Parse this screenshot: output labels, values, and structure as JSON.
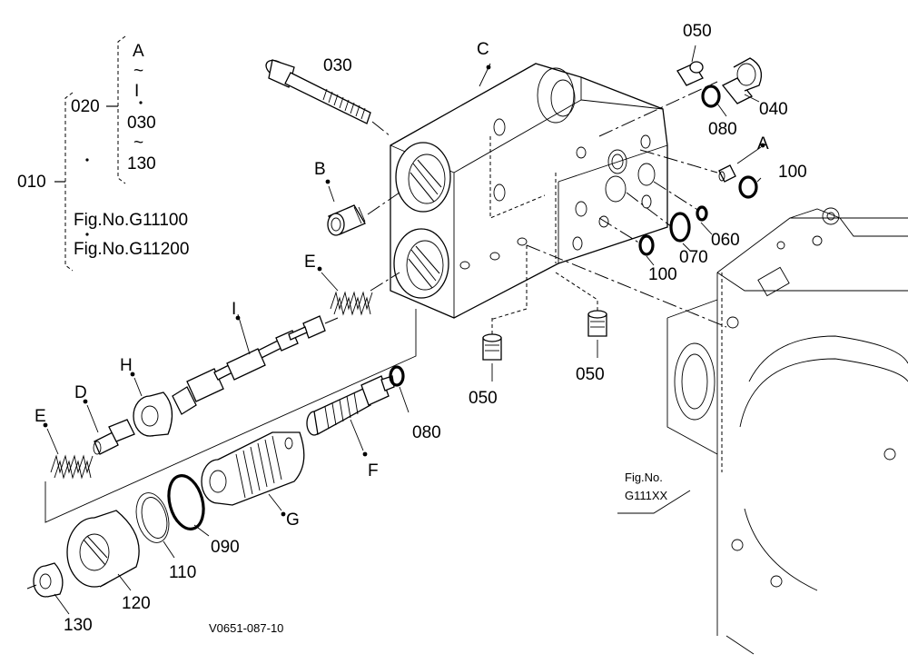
{
  "legend": {
    "l010": "010",
    "l020": "020",
    "rangeA": "A",
    "tilde1": "~",
    "rangeI": "I",
    "l030": "030",
    "tilde2": "~",
    "l130": "130",
    "fig1": "Fig.No.G11100",
    "fig2": "Fig.No.G11200"
  },
  "labels": {
    "c": "C",
    "p030": "030",
    "b": "B",
    "e_top": "E",
    "i": "I",
    "h": "H",
    "d": "D",
    "e_left": "E",
    "f": "F",
    "g": "G",
    "p050_top": "050",
    "p040": "040",
    "p080_top": "080",
    "a": "A",
    "p100_right": "100",
    "p060": "060",
    "p070": "070",
    "p100_mid": "100",
    "p050_mid": "050",
    "p050_low": "050",
    "p080_mid": "080",
    "p090": "090",
    "p110": "110",
    "p120": "120",
    "p130": "130",
    "figno1": "Fig.No.",
    "figno2": "G111XX",
    "code": "V0651-087-10"
  }
}
